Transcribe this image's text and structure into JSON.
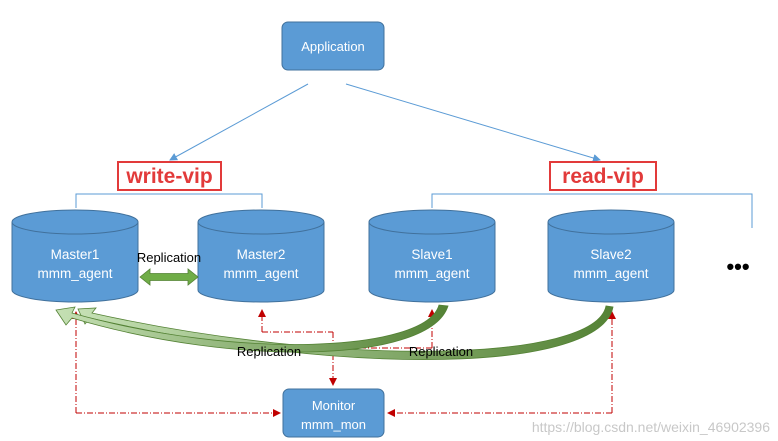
{
  "application": {
    "label": "Application"
  },
  "vips": {
    "write": "write-vip",
    "read": "read-vip"
  },
  "nodes": {
    "master1": {
      "name": "Master1",
      "agent": "mmm_agent"
    },
    "master2": {
      "name": "Master2",
      "agent": "mmm_agent"
    },
    "slave1": {
      "name": "Slave1",
      "agent": "mmm_agent"
    },
    "slave2": {
      "name": "Slave2",
      "agent": "mmm_agent"
    }
  },
  "more": "•••",
  "replication": {
    "master_pair": "Replication",
    "slave_left": "Replication",
    "slave_right": "Replication"
  },
  "monitor": {
    "name": "Monitor",
    "process": "mmm_mon"
  },
  "watermark": "https://blog.csdn.net/weixin_46902396",
  "colors": {
    "node_fill": "#5b9bd5",
    "node_stroke": "#41719c",
    "vip_border": "#e23a3a",
    "connector": "#5b9bd5",
    "replication_arrow": "#70ad47",
    "monitor_link": "#c00000"
  }
}
